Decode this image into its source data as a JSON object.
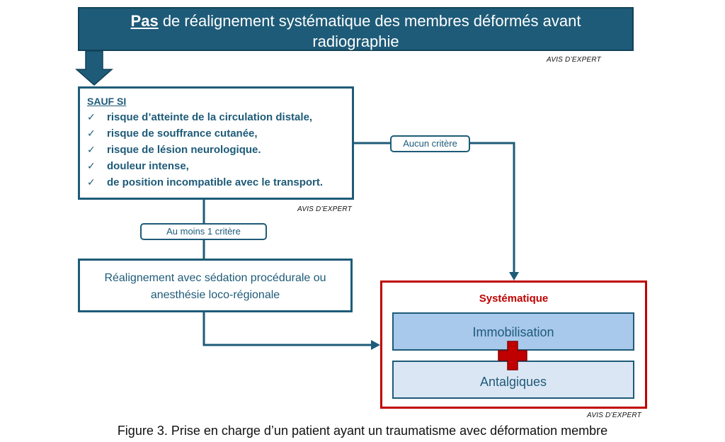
{
  "header": {
    "emphasis": "Pas",
    "text_line1": " de réalignement systématique des membres déformés avant",
    "text_line2": "radiographie"
  },
  "expert_label": "AVIS D’EXPERT",
  "criteria": {
    "title": "SAUF SI",
    "check_glyph": "✓",
    "items": [
      "risque d’atteinte de la circulation distale,",
      "risque de souffrance cutanée,",
      "risque de lésion neurologique.",
      "douleur intense,",
      "de position incompatible avec le transport."
    ]
  },
  "edges": {
    "none": "Aucun critère",
    "at_least_one": "Au moins 1 critère"
  },
  "realign": {
    "line1": "Réalignement avec sédation procédurale ou",
    "line2": "anesthésie loco-régionale"
  },
  "systematic": {
    "title": "Systématique",
    "item1": "Immobilisation",
    "item2": "Antalgiques"
  },
  "caption": "Figure 3. Prise en charge d’un patient ayant un traumatisme avec déformation membre",
  "colors": {
    "primary": "#1e5b78",
    "accent_red": "#c00000",
    "immob_fill": "#a8c8ec",
    "antal_fill": "#dbe6f4"
  }
}
